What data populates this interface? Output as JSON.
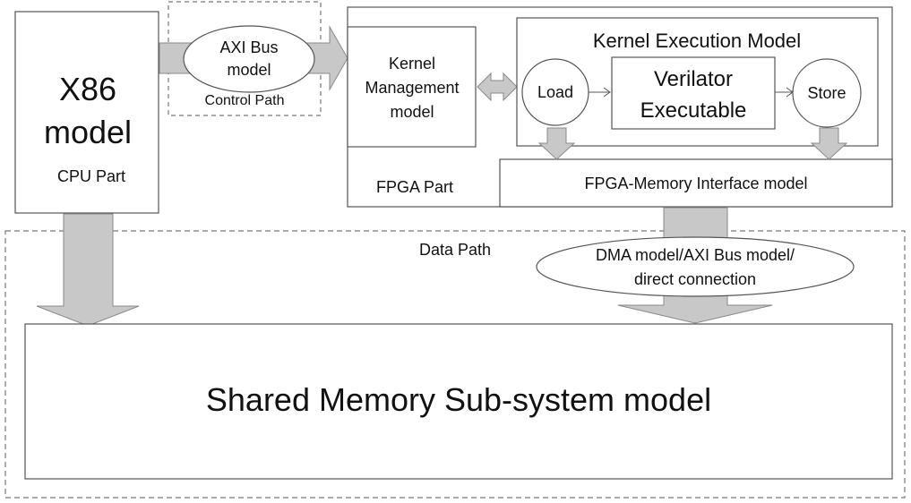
{
  "colors": {
    "arrow_fill": "#c8c8c8",
    "arrow_stroke": "#8a8a8a",
    "box_stroke": "#555555",
    "dashed_stroke": "#777777",
    "text": "#111111",
    "background": "#ffffff"
  },
  "cpu": {
    "title_line1": "X86",
    "title_line2": "model",
    "sublabel": "CPU Part"
  },
  "control": {
    "bus_line1": "AXI Bus",
    "bus_line2": "model",
    "path_label": "Control Path"
  },
  "fpga": {
    "part_label": "FPGA Part",
    "kernel_mgmt_line1": "Kernel",
    "kernel_mgmt_line2": "Management",
    "kernel_mgmt_line3": "model",
    "kernel_exec_title": "Kernel Execution Model",
    "load_label": "Load",
    "verilator_line1": "Verilator",
    "verilator_line2": "Executable",
    "store_label": "Store",
    "mem_interface_label": "FPGA-Memory Interface model"
  },
  "data_path": {
    "label": "Data Path",
    "dma_line1": "DMA model/AXI Bus model/",
    "dma_line2": "direct connection"
  },
  "shared_memory": {
    "label": "Shared Memory Sub-system model"
  }
}
